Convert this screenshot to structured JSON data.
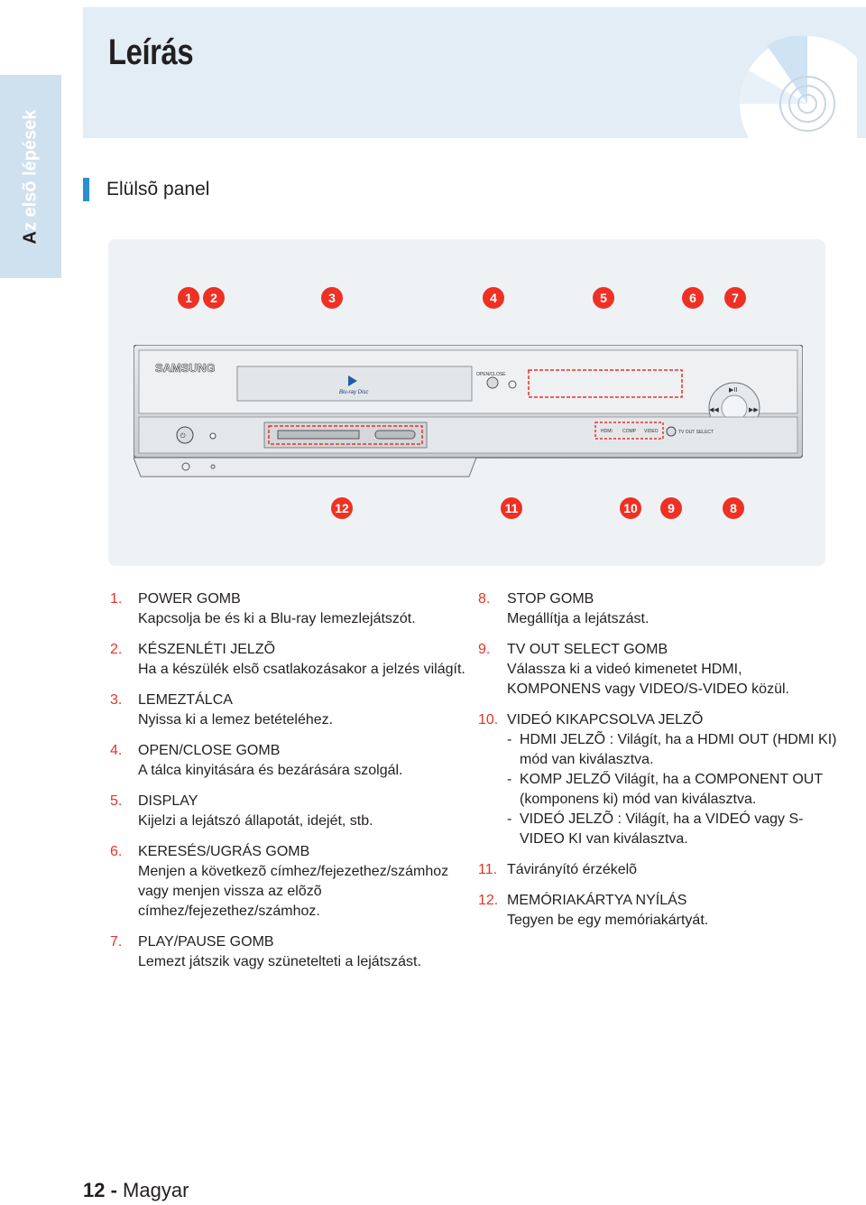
{
  "header": {
    "title": "Leírás",
    "side_tab_first": "A",
    "side_tab_rest": "z elsõ lépések"
  },
  "section": {
    "title": "Elülsõ panel"
  },
  "illustration": {
    "callouts_top": [
      "1",
      "2",
      "3",
      "4",
      "5",
      "6",
      "7"
    ],
    "callouts_bottom": [
      "12",
      "11",
      "10",
      "9",
      "8"
    ],
    "brand": "SAMSUNG",
    "open_close_label": "OPEN/CLOSE",
    "disc_logo_text": "Blu-ray Disc",
    "led_labels": [
      "HDMI",
      "COMP",
      "VIDEO"
    ],
    "tv_out_label": "TV OUT SELECT"
  },
  "items_left": [
    {
      "num": "1.",
      "title": "POWER GOMB",
      "desc": "Kapcsolja be és ki a Blu-ray lemezlejátszót."
    },
    {
      "num": "2.",
      "title": "KÉSZENLÉTI JELZÕ",
      "desc": "Ha a készülék elsõ csatlakozásakor a jelzés világít."
    },
    {
      "num": "3.",
      "title": "LEMEZTÁLCA",
      "desc": "Nyissa ki a lemez betételéhez."
    },
    {
      "num": "4.",
      "title": "OPEN/CLOSE GOMB",
      "desc": "A tálca kinyitására és bezárására szolgál."
    },
    {
      "num": "5.",
      "title": "DISPLAY",
      "desc": "Kijelzi a lejátszó állapotát, idejét, stb."
    },
    {
      "num": "6.",
      "title": "KERESÉS/UGRÁS GOMB",
      "desc": "Menjen a következõ címhez/fejezethez/számhoz vagy menjen vissza az elõzõ címhez/fejezethez/számhoz."
    },
    {
      "num": "7.",
      "title": "PLAY/PAUSE GOMB",
      "desc": "Lemezt játszik vagy szünetelteti a lejátszást."
    }
  ],
  "items_right": [
    {
      "num": "8.",
      "title": "STOP GOMB",
      "desc": "Megállítja a lejátszást."
    },
    {
      "num": "9.",
      "title": "TV OUT SELECT GOMB",
      "desc": "Válassza ki a videó kimenetet HDMI, KOMPONENS vagy VIDEO/S-VIDEO közül."
    },
    {
      "num": "10.",
      "title": "VIDEÓ KIKAPCSOLVA JELZÕ",
      "bullets": [
        "HDMI JELZÕ : Világít, ha a HDMI OUT (HDMI KI) mód van kiválasztva.",
        "KOMP JELZŐ Világít, ha a COMPONENT OUT (komponens ki) mód van kiválasztva.",
        "VIDEÓ JELZÕ : Világít, ha a VIDEÓ vagy S-VIDEO KI van kiválasztva."
      ]
    },
    {
      "num": "11.",
      "title": "Távirányító érzékelõ"
    },
    {
      "num": "12.",
      "title": "MEMÓRIAKÁRTYA NYÍLÁS",
      "desc": "Tegyen be egy memóriakártyát."
    }
  ],
  "footer": {
    "page_num": "12 -",
    "lang": "Magyar"
  },
  "colors": {
    "accent_red": "#ee3124",
    "accent_blue": "#2a8fd0",
    "header_bg": "#e2edf6"
  }
}
